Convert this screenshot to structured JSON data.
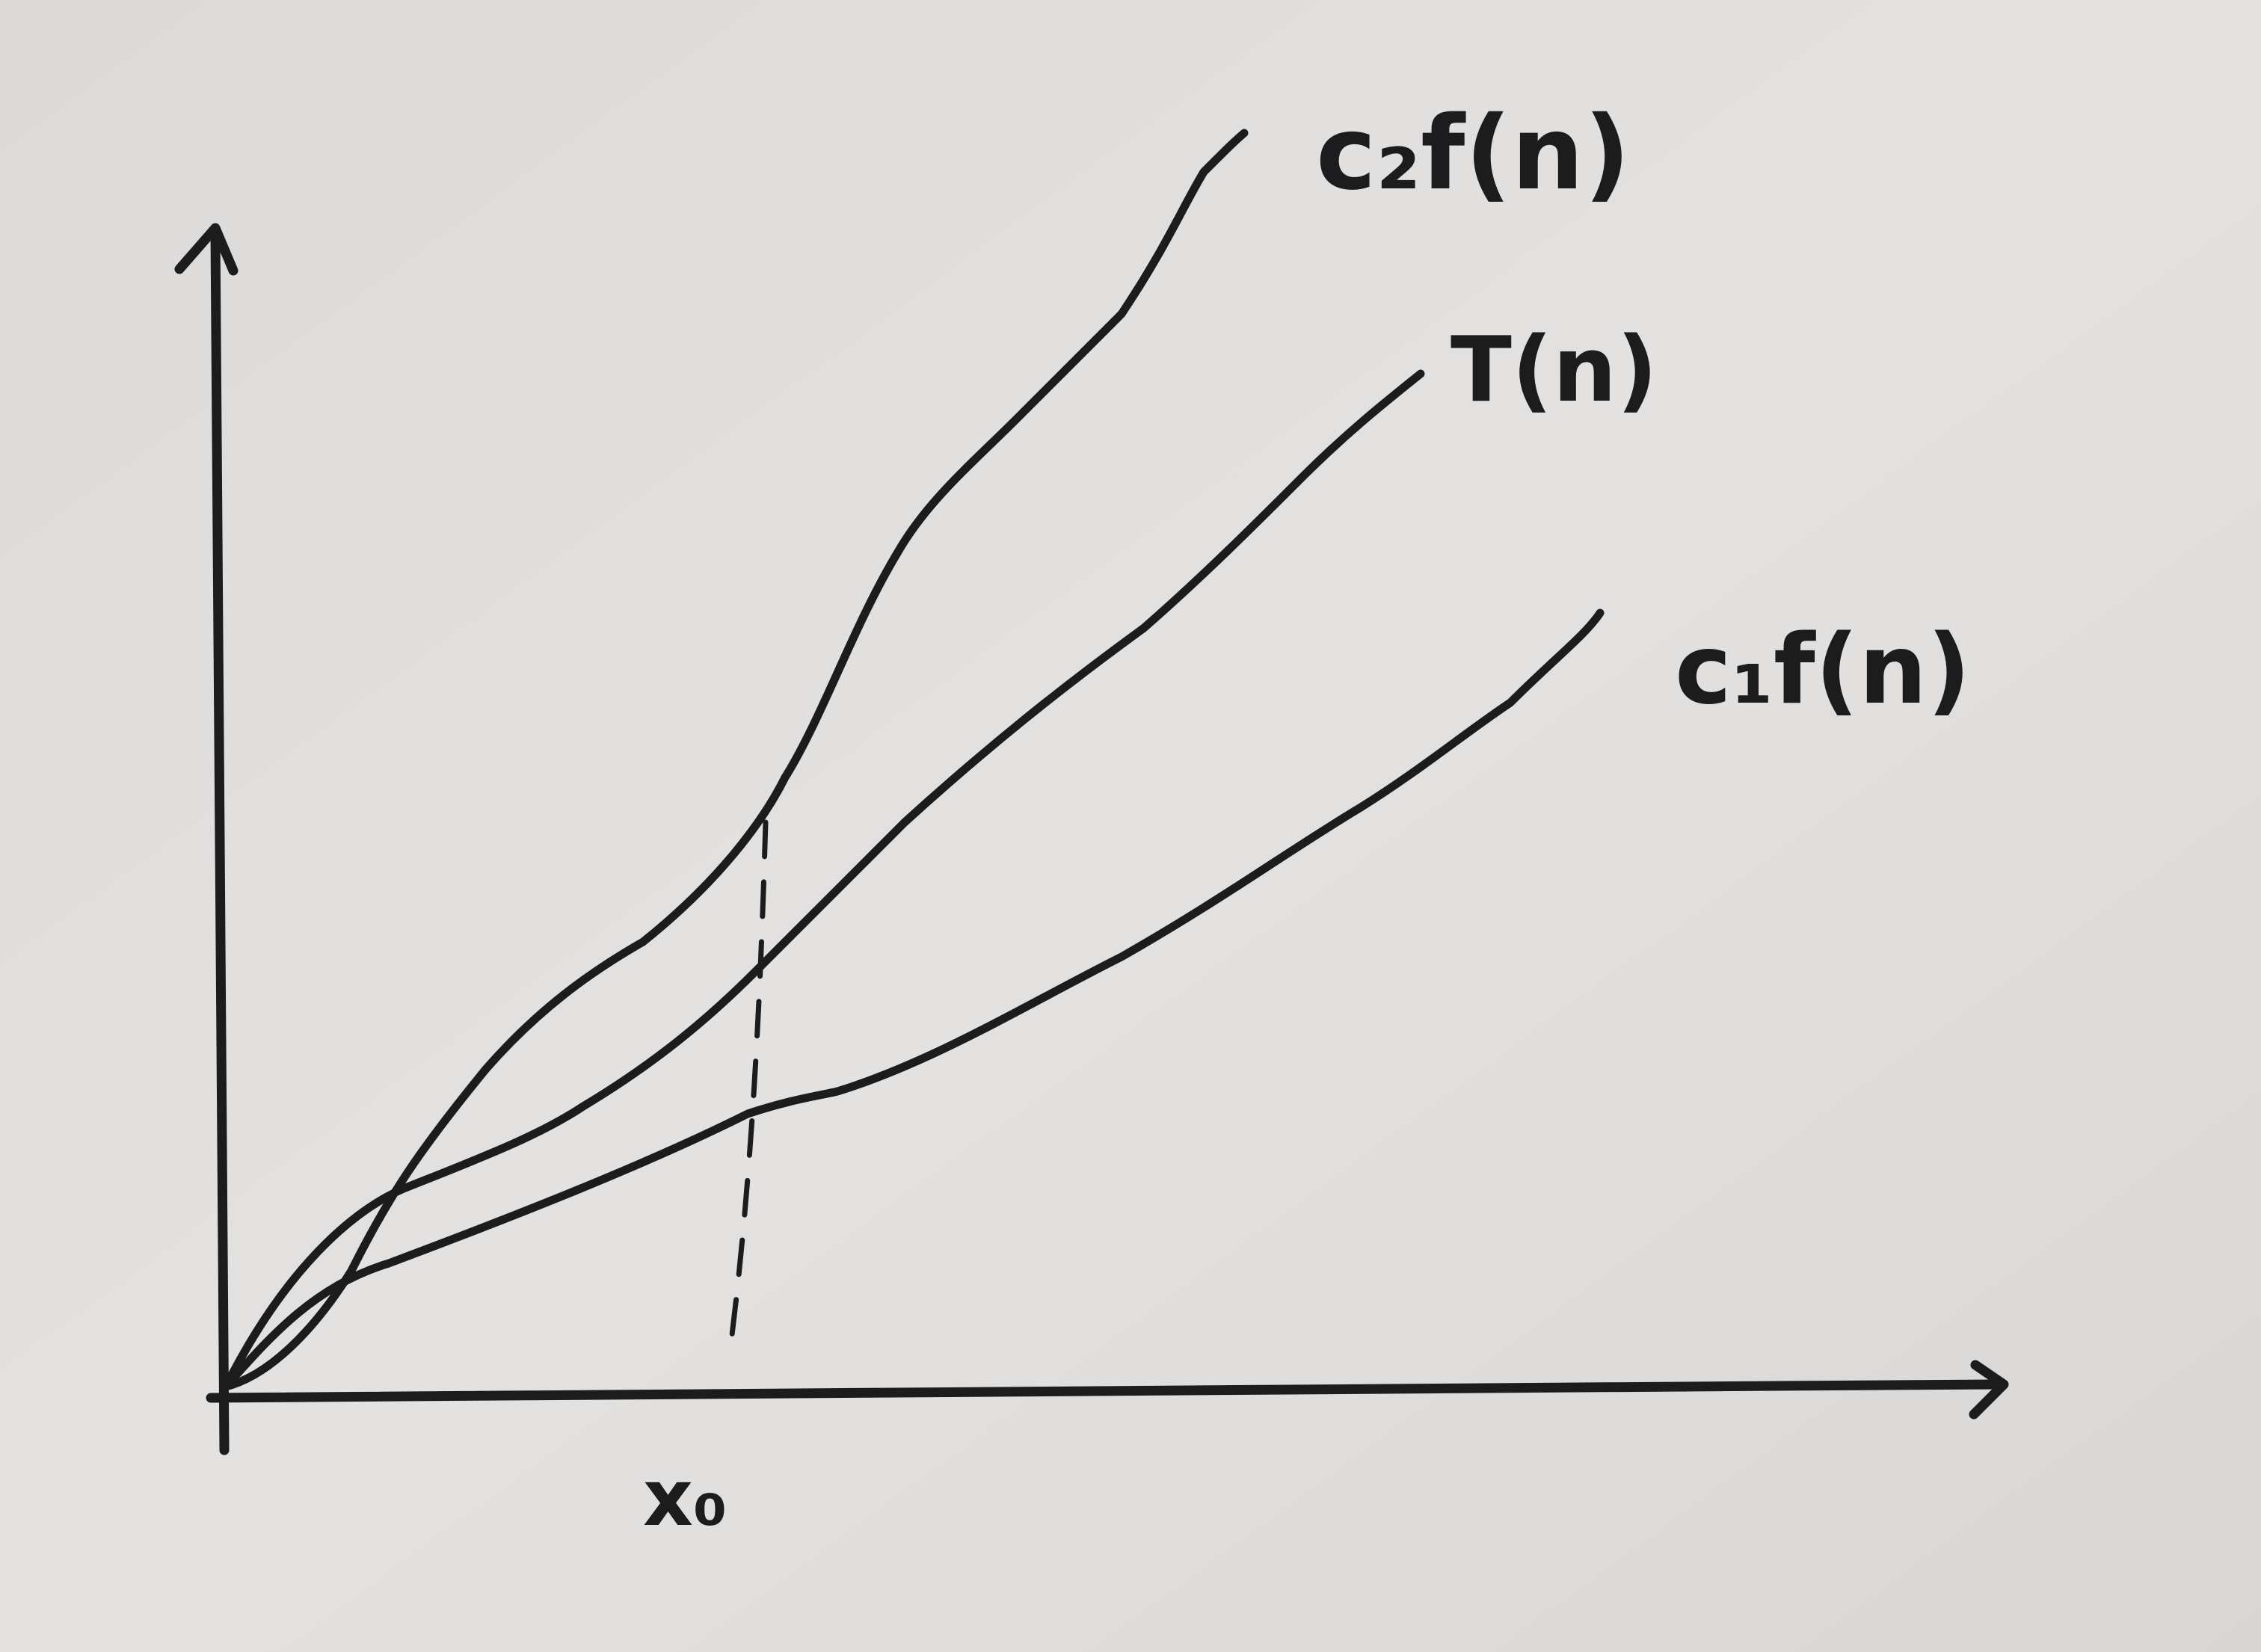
{
  "diagram": {
    "labels": {
      "upper_bound": "c₂f(n)",
      "function": "T(n)",
      "lower_bound": "c₁f(n)",
      "threshold": "x₀"
    },
    "ink_color": "#1c1c1e",
    "paper_color": "#e2e0de"
  }
}
